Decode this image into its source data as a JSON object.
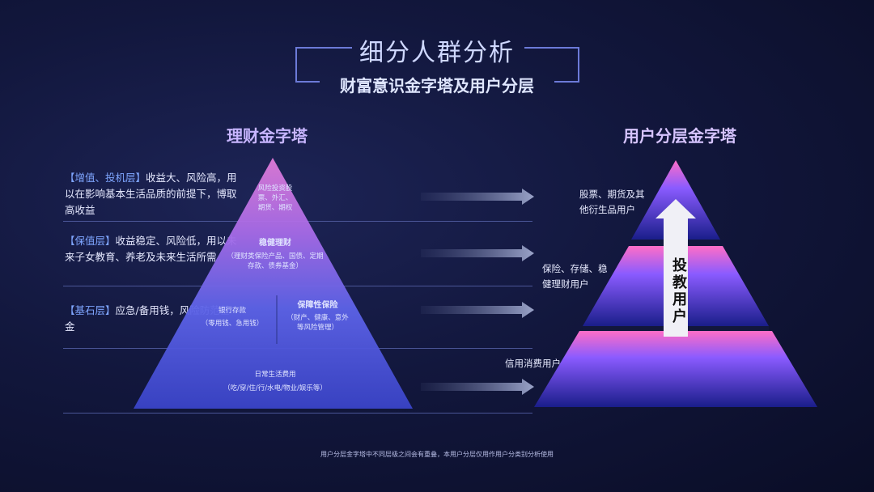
{
  "title": "细分人群分析",
  "subtitle": "财富意识金字塔及用户分层",
  "left_heading": "理财金字塔",
  "right_heading": "用户分层金字塔",
  "layers": [
    {
      "tag": "【增值、投机层】",
      "text": "收益大、风险高，用以在影响基本生活品质的前提下，博取高收益"
    },
    {
      "tag": "【保值层】",
      "text": "收益稳定、风险低，用以未来子女教育、养老及未来生活所需"
    },
    {
      "tag": "【基石层】",
      "text": "应急/备用钱，风险防范基金"
    }
  ],
  "pyramid_left": {
    "top": [
      "风险投资股",
      "票、外汇、",
      "期货、期权"
    ],
    "mid_title": "稳健理财",
    "mid": [
      "（理财类保险产品、国债、定期",
      "存款、债券基金）"
    ],
    "lower_left": [
      "银行存款",
      "（零用钱、急用钱）"
    ],
    "lower_right_title": "保障性保险",
    "lower_right": [
      "（财产、健康、意外",
      "等风险管理）"
    ],
    "base": [
      "日常生活费用",
      "（吃/穿/住/行/水电/物业/娱乐等）"
    ]
  },
  "user_layers": [
    {
      "lines": [
        "股票、期货及其",
        "他衍生品用户"
      ]
    },
    {
      "lines": [
        "保险、存储、稳",
        "健理财用户"
      ]
    },
    {
      "lines": [
        "信用消费用户"
      ]
    }
  ],
  "pyramid_right_arrow_label": "投教用户",
  "footnote": "用户分层金字塔中不同层级之间会有重叠，本用户分层仅用作用户分类别分析使用",
  "colors": {
    "accent_blue": "#3d5cff",
    "accent_pink": "#ff5db8"
  }
}
